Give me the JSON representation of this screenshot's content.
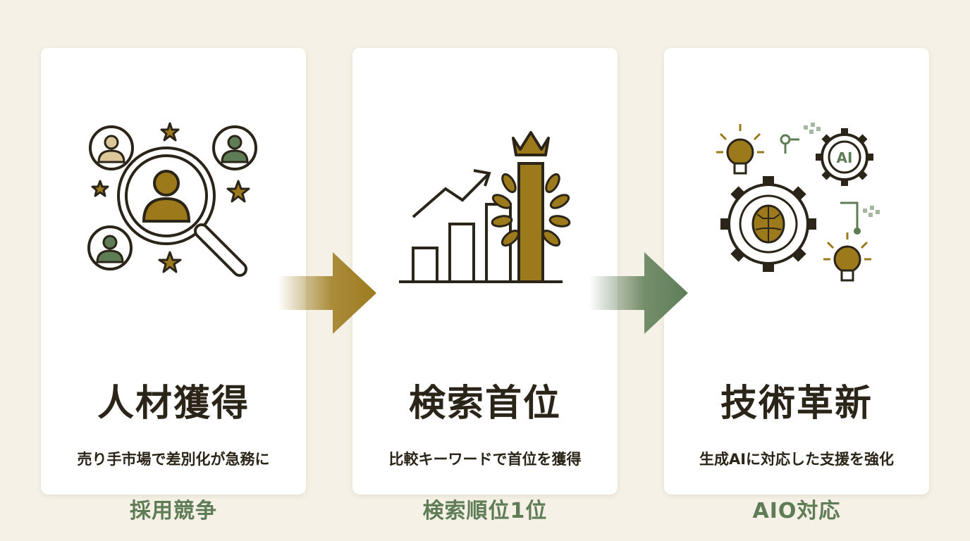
{
  "cards": [
    {
      "icon": "magnifier-people-stars-icon",
      "title": "人材獲得",
      "desc": "売り手市場で差別化が急務に",
      "tag": "採用競争"
    },
    {
      "icon": "chart-crown-laurel-icon",
      "title": "検索首位",
      "desc": "比較キーワードで首位を獲得",
      "tag": "検索順位1位"
    },
    {
      "icon": "ai-gears-lightbulbs-icon",
      "title": "技術革新",
      "desc": "生成AIに対応した支援を強化",
      "tag": "AIO対応"
    }
  ],
  "gear_label": "AI",
  "colors": {
    "gold": "#9c7a1c",
    "green": "#5e7d56",
    "dark": "#2b2418",
    "background": "#f6f1e6"
  }
}
